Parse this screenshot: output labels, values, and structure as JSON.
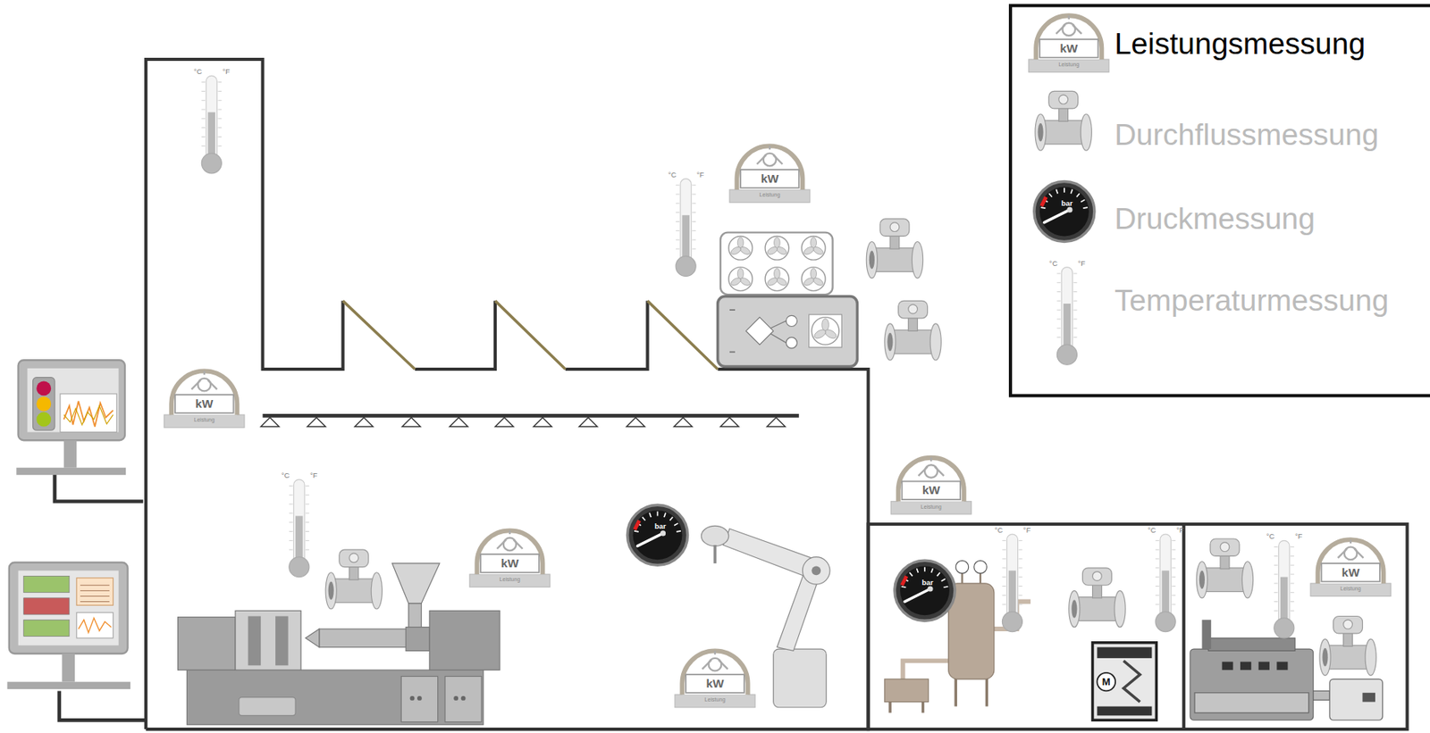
{
  "diagram": {
    "labels": [
      "kW",
      "Leistung",
      "kW",
      "Leistung",
      "kW",
      "Leistung",
      "kW",
      "Leistung",
      "kW",
      "Leistung",
      "kW",
      "Leistung",
      "kW",
      "Leistung",
      "°C",
      "°F",
      "°C",
      "°F",
      "°C",
      "°F",
      "°C",
      "°F",
      "°C",
      "°F",
      "°C",
      "°F",
      "°C",
      "°F",
      "bar",
      "bar",
      "bar",
      "M"
    ],
    "legend": [
      {
        "text": "Leistungsmessung"
      },
      {
        "text": "Durchflussmessung"
      },
      {
        "text": "Druckmessung"
      },
      {
        "text": "Temperaturmessung"
      }
    ]
  }
}
